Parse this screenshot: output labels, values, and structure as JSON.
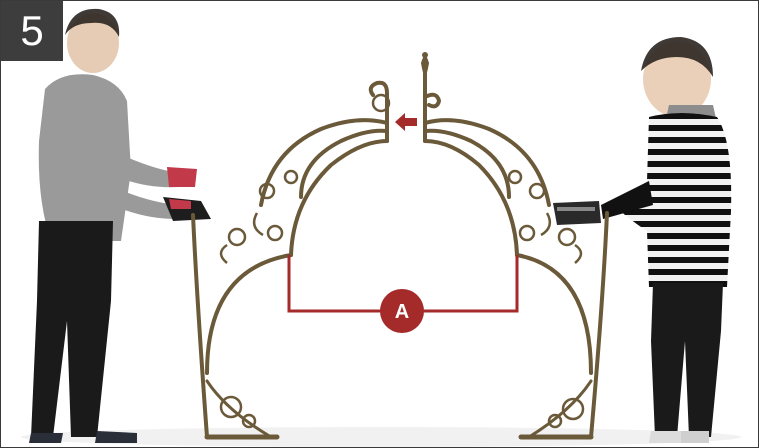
{
  "step": {
    "number": "5"
  },
  "callout": {
    "label": "A",
    "color": "#a52a2a"
  },
  "arrow": {
    "color": "#a52a2a",
    "direction": "left"
  },
  "colors": {
    "arch_metal": "#6b5a3a",
    "person_left_shirt": "#9a9a9a",
    "person_right_shirt": "stripes-black-white",
    "trousers": "#1a1a1a",
    "gloves_left": "#c23a4a"
  }
}
